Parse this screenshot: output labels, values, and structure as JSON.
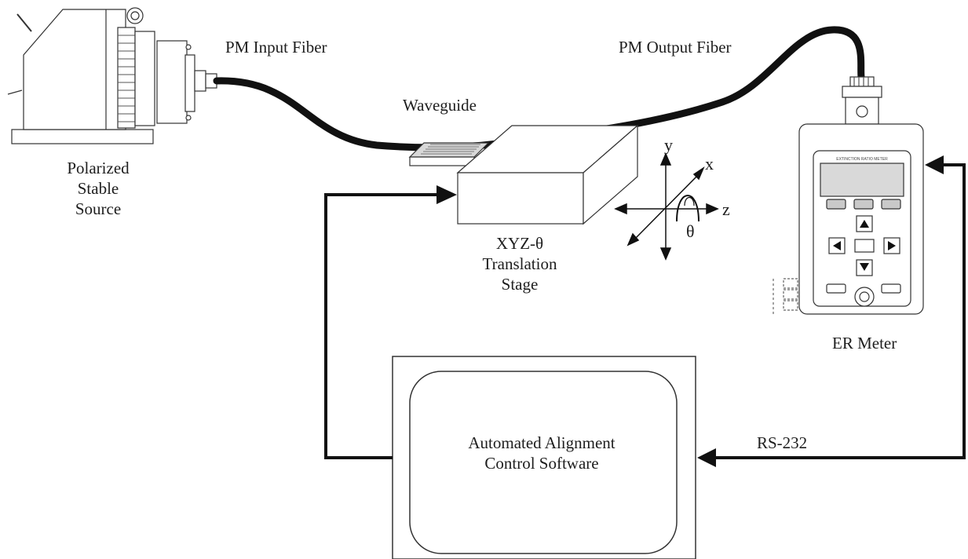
{
  "labels": {
    "pm_input_fiber": "PM Input Fiber",
    "pm_output_fiber": "PM Output Fiber",
    "waveguide": "Waveguide",
    "source_line1": "Polarized",
    "source_line2": "Stable",
    "source_line3": "Source",
    "stage_line1": "XYZ-θ",
    "stage_line2": "Translation",
    "stage_line3": "Stage",
    "er_meter": "ER Meter",
    "rs232": "RS-232",
    "software_line1": "Automated Alignment",
    "software_line2": "Control Software"
  },
  "axes": {
    "x": "x",
    "y": "y",
    "z": "z",
    "theta": "θ"
  },
  "meter_header": "EXTINCTION RATIO METER"
}
